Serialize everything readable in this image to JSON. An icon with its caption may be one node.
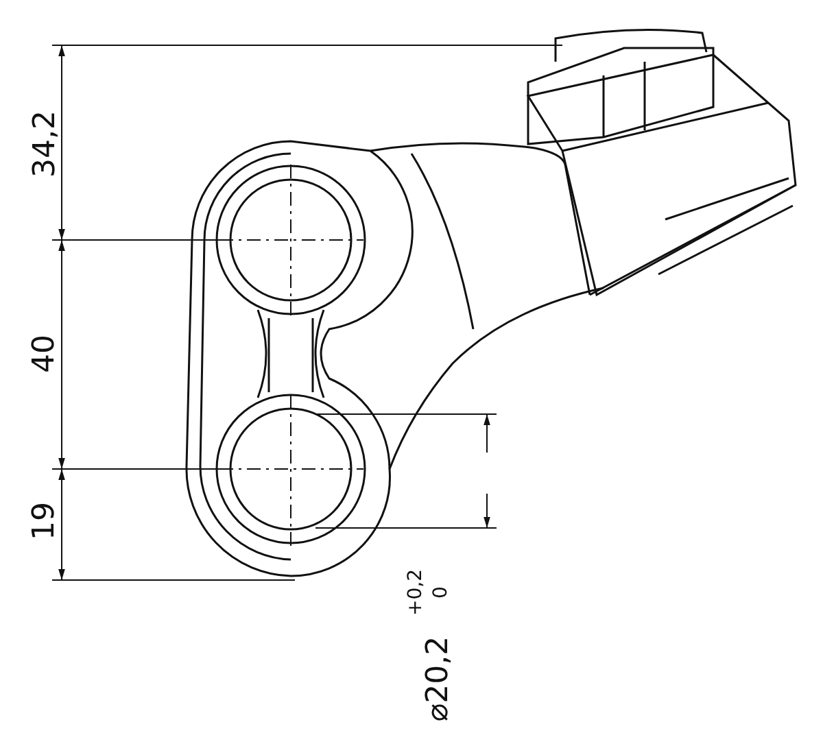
{
  "diagram": {
    "labels": [
      "34,2",
      "40",
      "19",
      "⌀20,2",
      "+0,2",
      "0"
    ]
  }
}
